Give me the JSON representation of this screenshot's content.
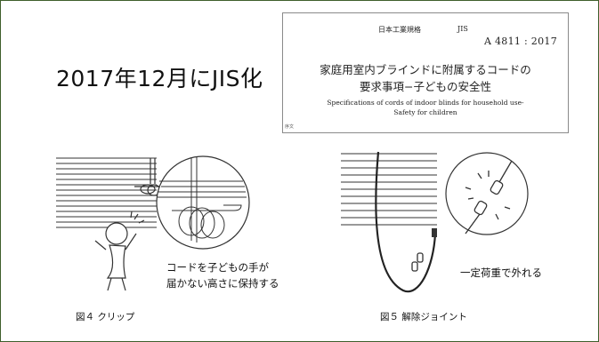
{
  "slide": {
    "title": "2017年12月にJIS化"
  },
  "jis_box": {
    "header": "日本工業規格",
    "abbr": "JIS",
    "number": "A 4811 : 2017",
    "title_line1": "家庭用室内ブラインドに附属するコードの",
    "title_line2": "要求事項−子どもの安全性",
    "english_line1": "Specifications of cords of indoor blinds for household use-",
    "english_line2": "Safety for children",
    "footer": "序文"
  },
  "figure4": {
    "note_line1": "コードを子どもの手が",
    "note_line2": "届かない高さに保持する",
    "caption": "図４ クリップ"
  },
  "figure5": {
    "note": "一定荷重で外れる",
    "caption": "図５ 解除ジョイント"
  }
}
